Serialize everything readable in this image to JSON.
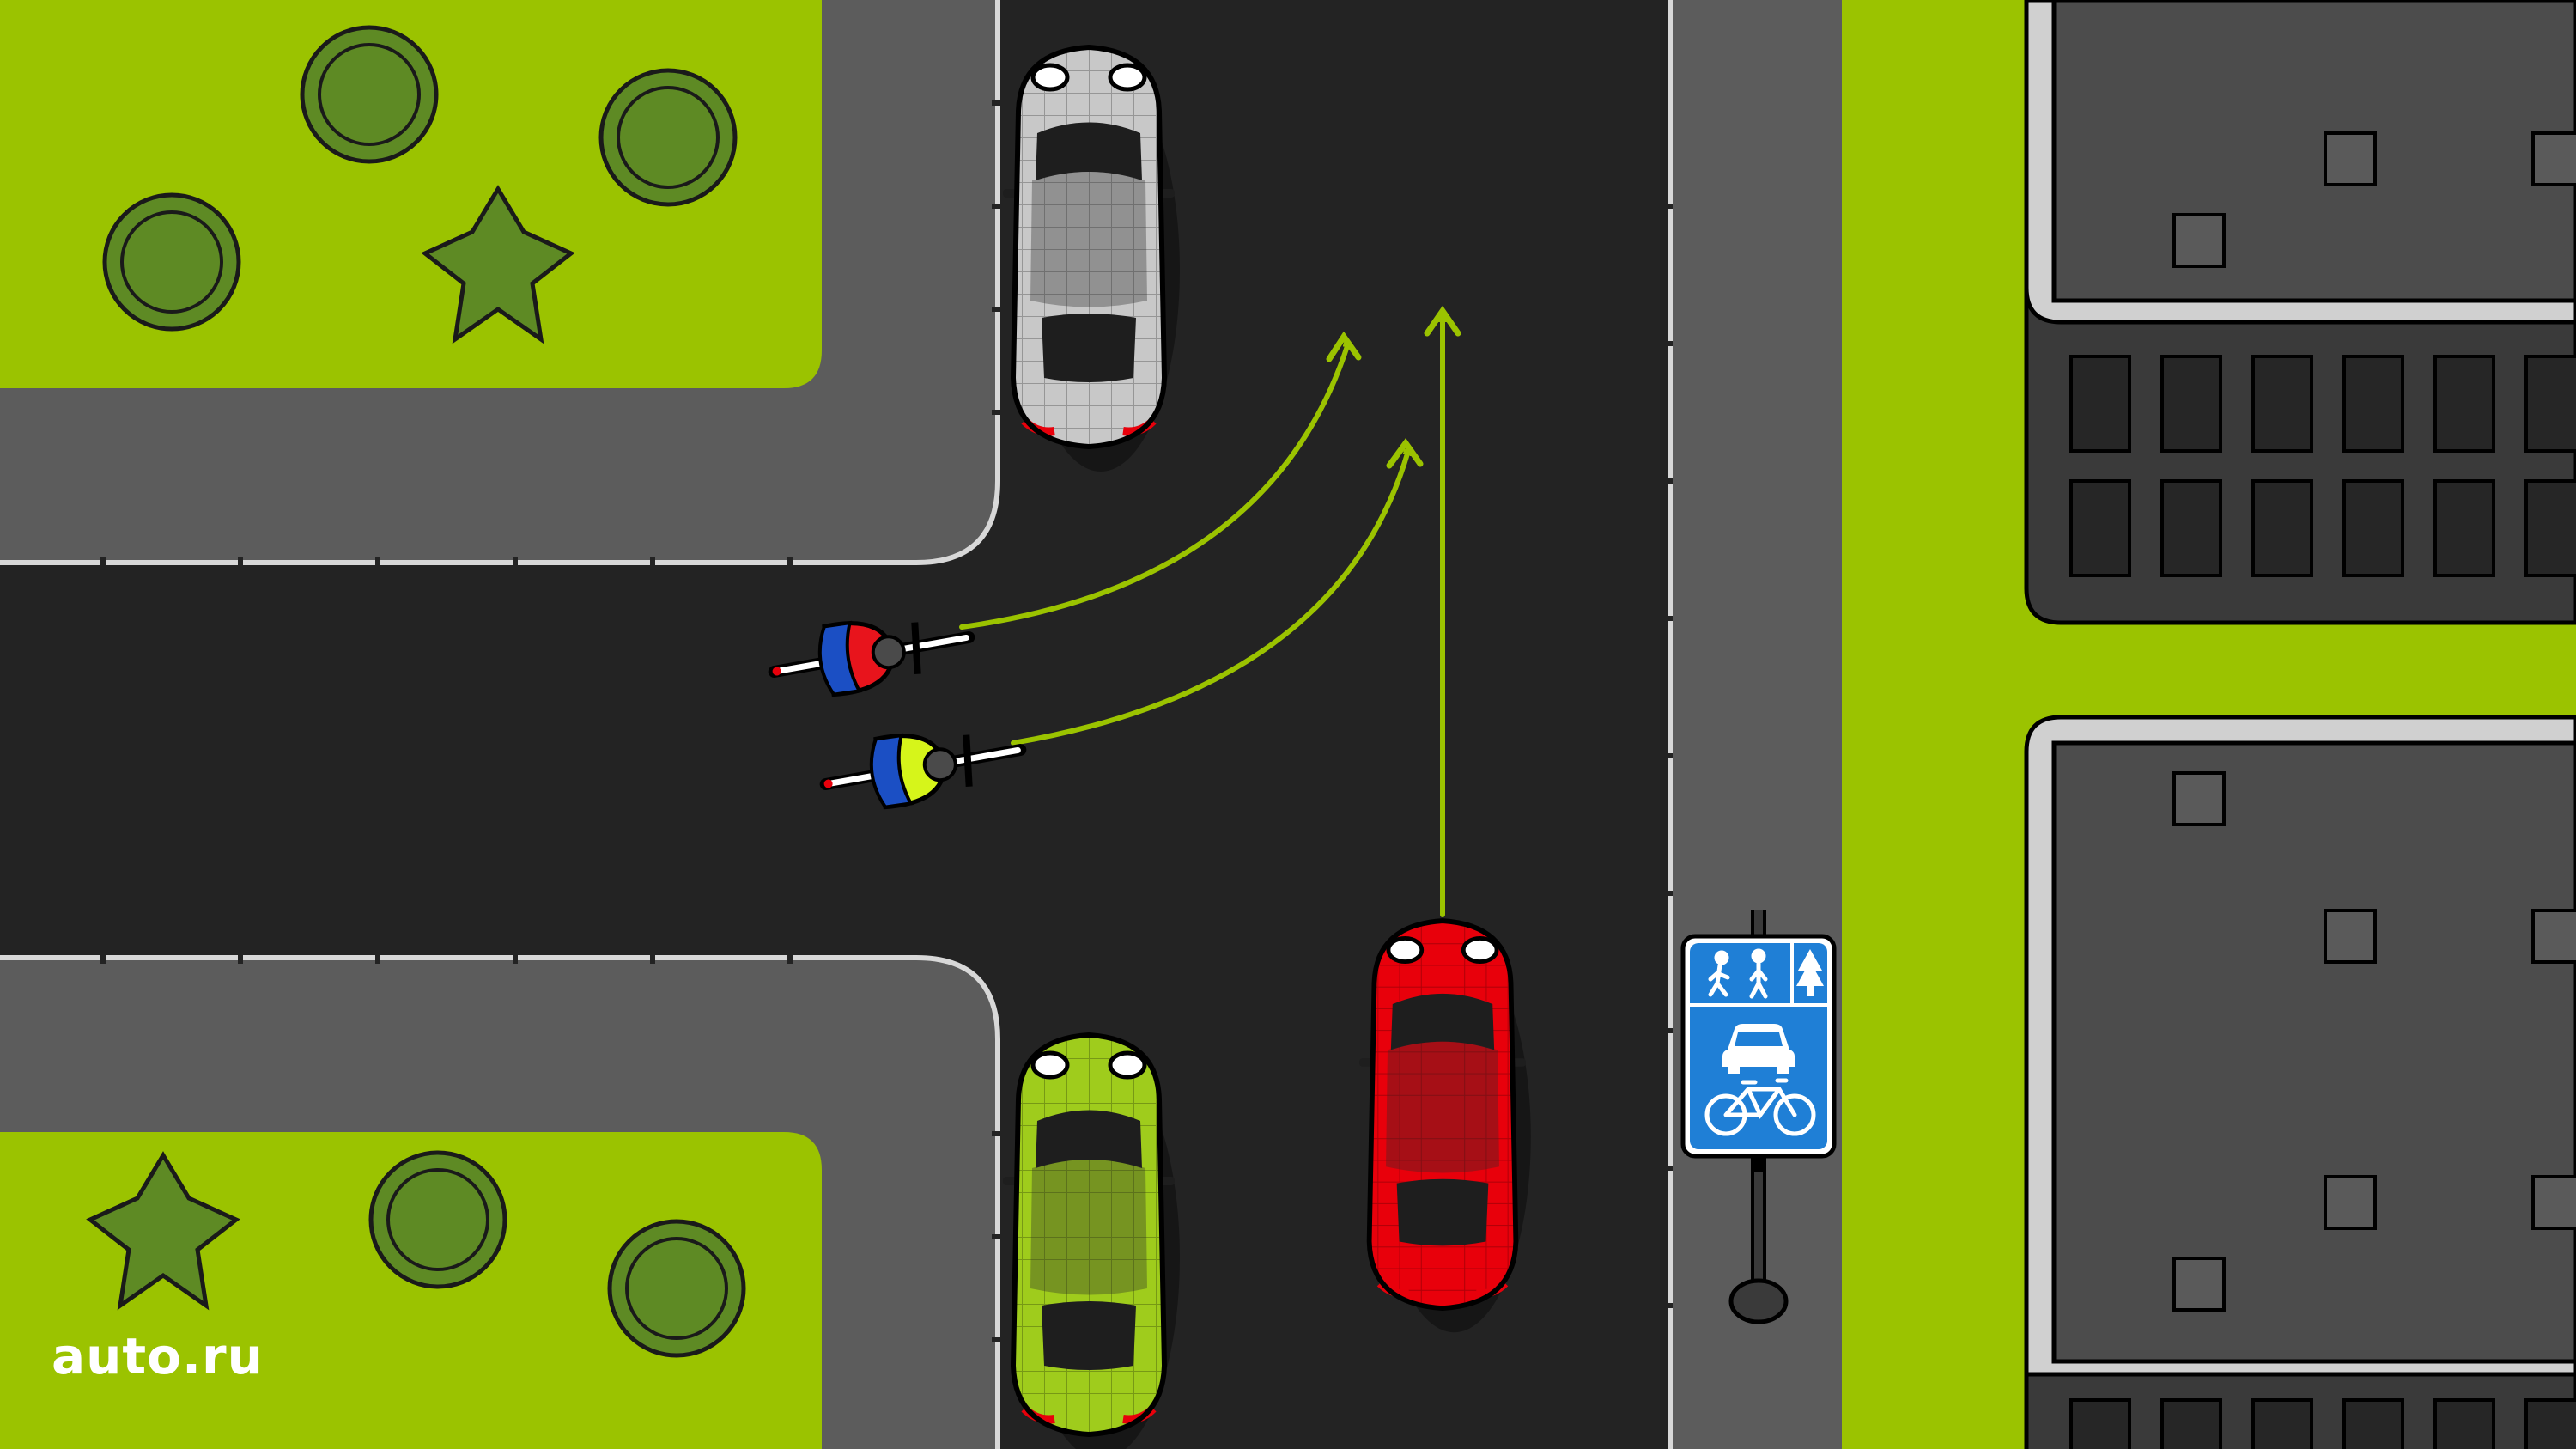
{
  "logo": {
    "text": "auto.ru"
  },
  "sign": {
    "icons": [
      "pedestrians-icon",
      "tree-icon",
      "car-icon",
      "bicycle-icon"
    ],
    "background": "#1f7fd6"
  },
  "colors": {
    "asphalt": "#232323",
    "sidewalk": "#5c5c5c",
    "grass": "#9bc300",
    "tree": "#5e8a24",
    "roof": "#4c4c4c",
    "building_wall": "#3a3a3a",
    "arrow": "#9bc300",
    "car_red": "#e8000b",
    "car_green": "#9fcc1c",
    "car_silver": "#c8c8c8",
    "cyclist_red_shirt": "#e8141c",
    "cyclist_yellow_shirt": "#d6f51a"
  },
  "scene": {
    "vehicles": [
      "silver-car",
      "green-car",
      "red-car"
    ],
    "cyclists": [
      "cyclist-red",
      "cyclist-yellow"
    ],
    "arrows": [
      "red-car-straight",
      "red-cyclist-turn",
      "yellow-cyclist-turn"
    ]
  }
}
